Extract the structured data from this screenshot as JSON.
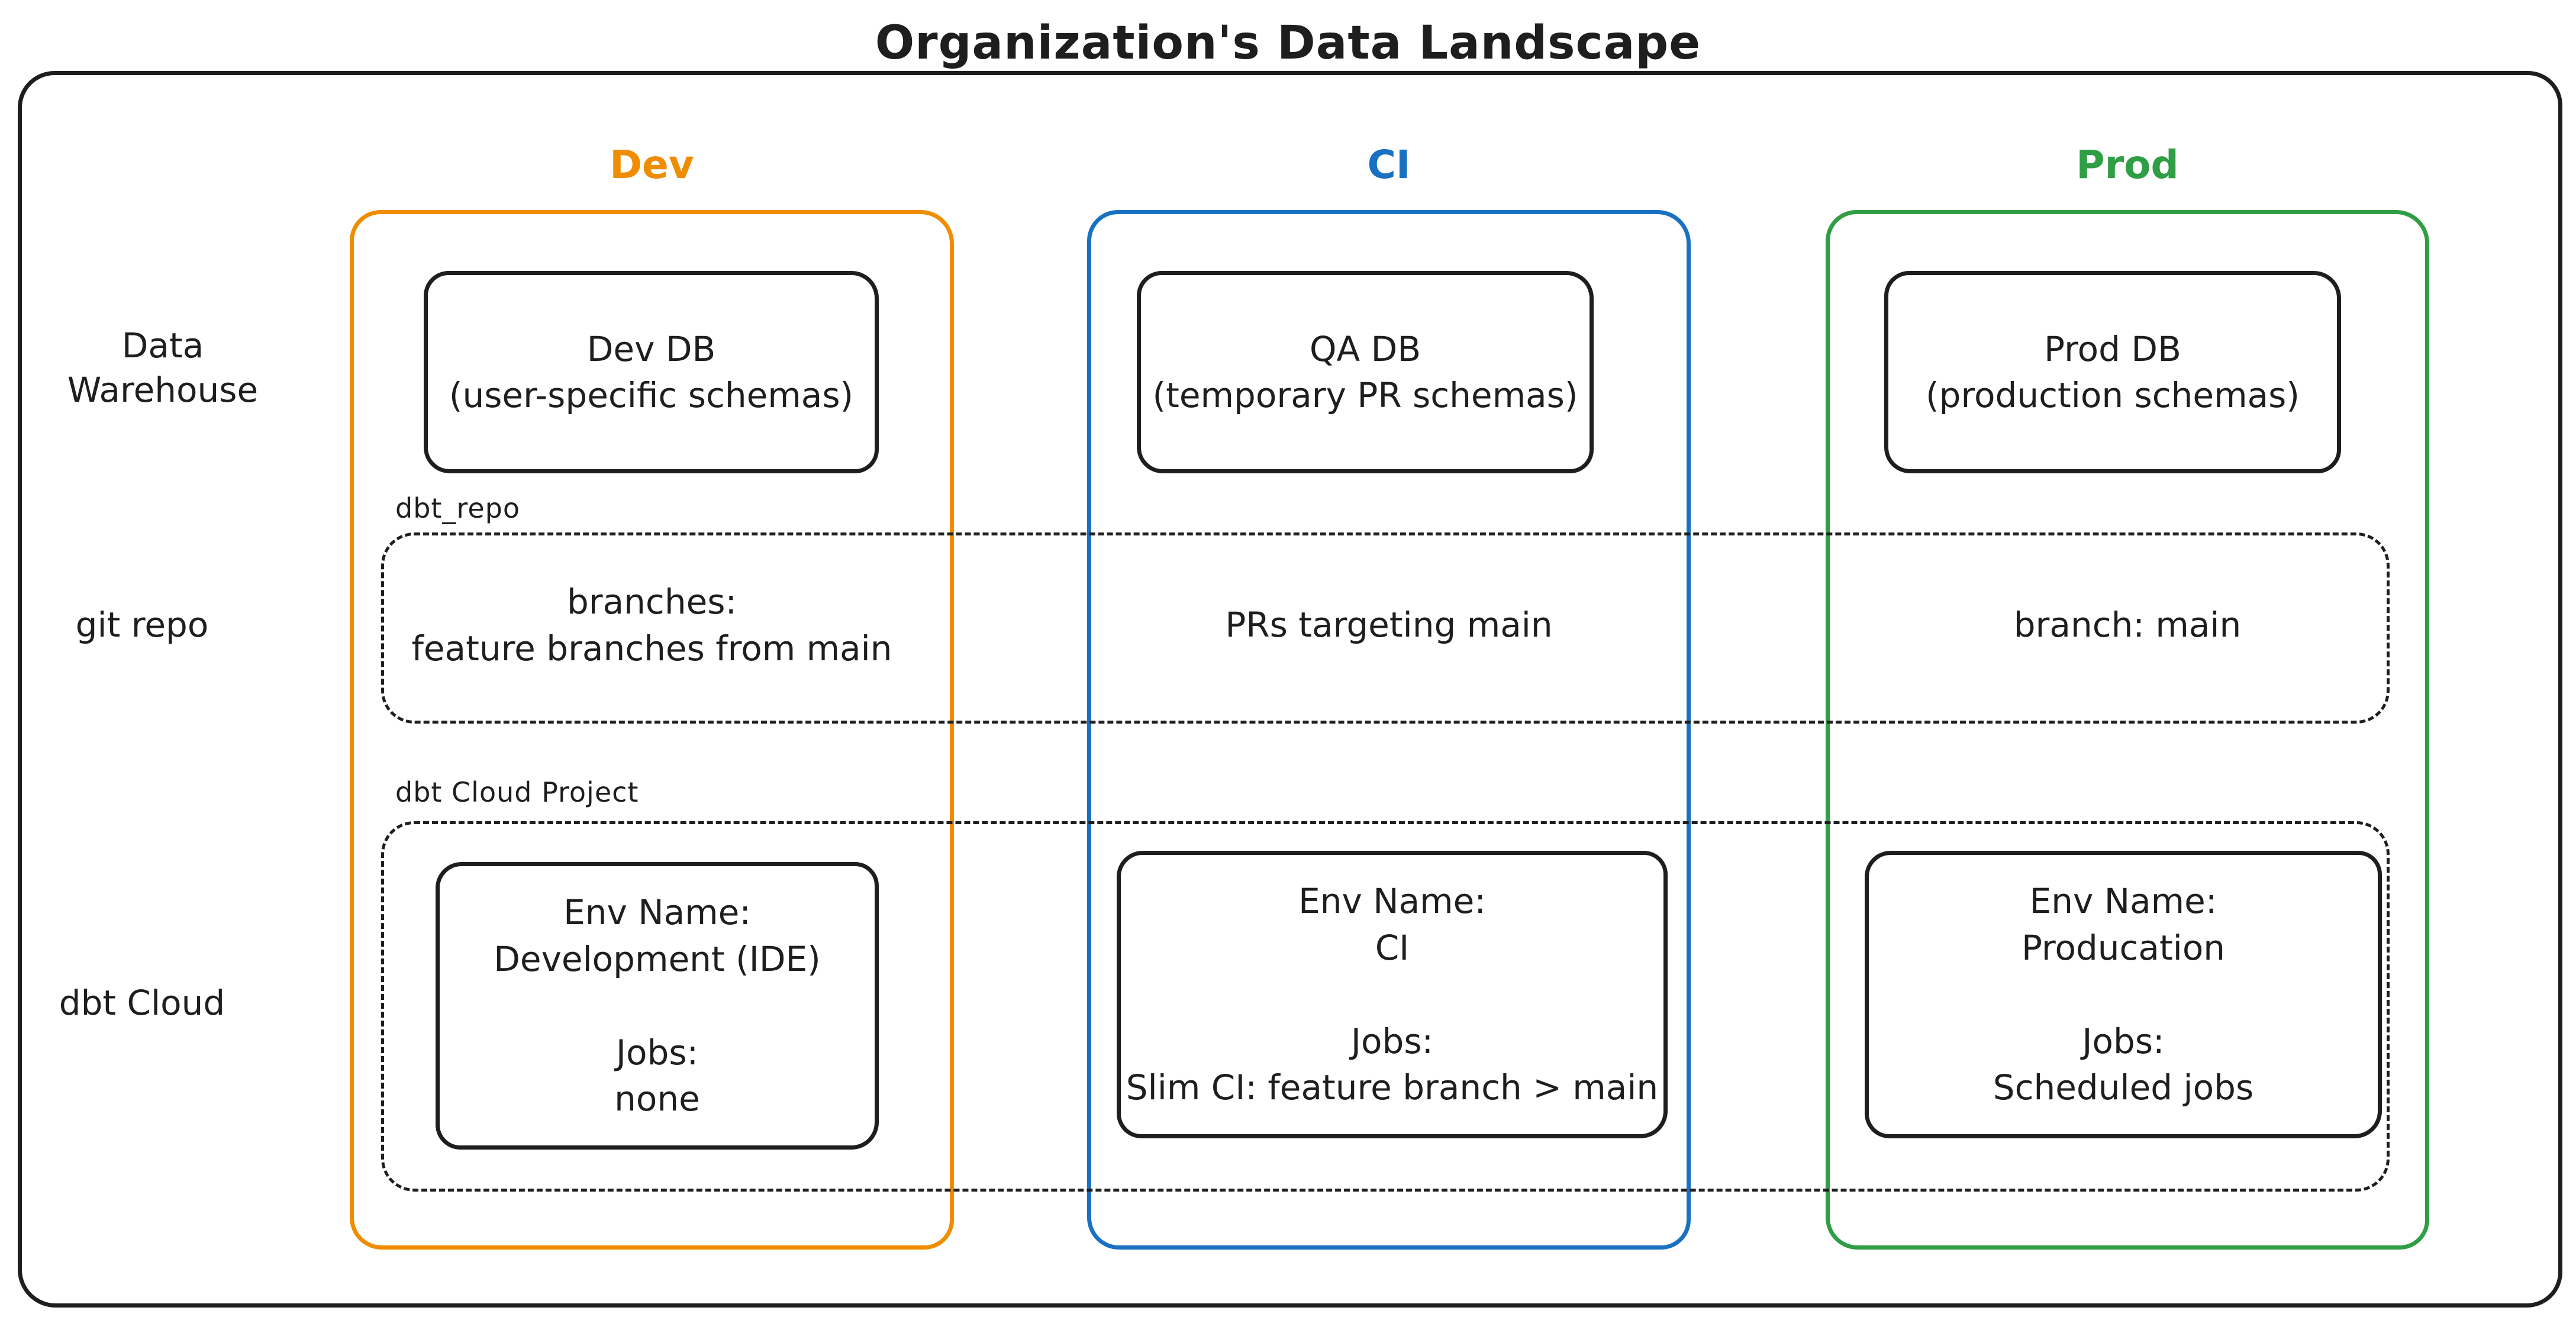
{
  "title": "Organization's Data Landscape",
  "colors": {
    "dev_accent": "#f08c00",
    "ci_accent": "#1971c2",
    "prod_accent": "#2f9e44",
    "stroke": "#1e1e1e"
  },
  "row_labels": {
    "data_warehouse_line1": "Data",
    "data_warehouse_line2": "Warehouse",
    "git_repo": "git repo",
    "dbt_cloud": "dbt Cloud"
  },
  "span_labels": {
    "git_box": "dbt_repo",
    "dbt_box": "dbt Cloud Project"
  },
  "columns": [
    {
      "label": "Dev",
      "db": {
        "name": "Dev DB",
        "detail": "(user-specific schemas)"
      },
      "git": {
        "line1": "branches:",
        "line2": "feature branches from main"
      },
      "dbt": {
        "env_label": "Env Name:",
        "env_value": "Development (IDE)",
        "jobs_label": "Jobs:",
        "jobs_value": "none"
      }
    },
    {
      "label": "CI",
      "db": {
        "name": "QA DB",
        "detail": "(temporary PR schemas)"
      },
      "git": {
        "line1": "PRs targeting main"
      },
      "dbt": {
        "env_label": "Env Name:",
        "env_value": "CI",
        "jobs_label": "Jobs:",
        "jobs_value": "Slim CI: feature branch > main"
      }
    },
    {
      "label": "Prod",
      "db": {
        "name": "Prod DB",
        "detail": "(production schemas)"
      },
      "git": {
        "line1": "branch: main"
      },
      "dbt": {
        "env_label": "Env Name:",
        "env_value": "Producation",
        "jobs_label": "Jobs:",
        "jobs_value": "Scheduled jobs"
      }
    }
  ]
}
